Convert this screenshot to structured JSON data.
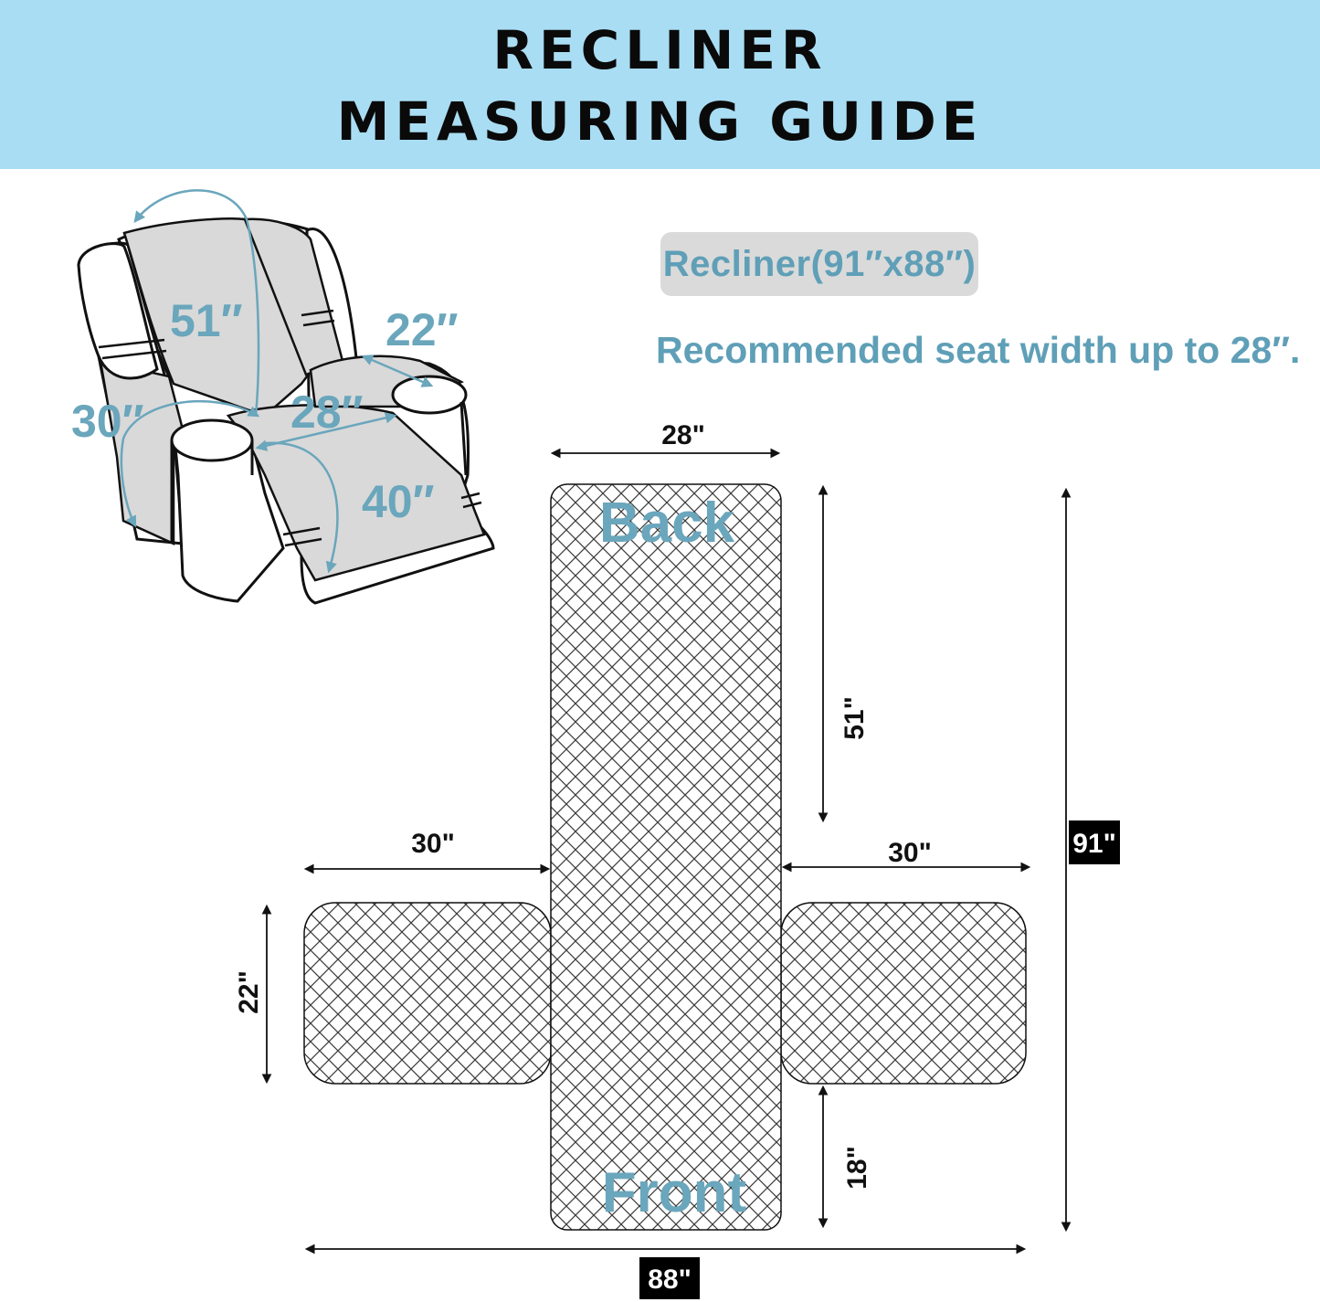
{
  "header": {
    "title_line1": "RECLINER",
    "title_line2": "MEASURING GUIDE",
    "background": "#a9ddf3"
  },
  "product": {
    "size_label": "Recliner(91″x88″)",
    "recommendation": "Recommended seat width up to 28″."
  },
  "chair_labels": {
    "back_length": "51″",
    "arm_width": "22″",
    "side_length": "30″",
    "seat_width": "28″",
    "seat_depth": "40″"
  },
  "layout_labels": {
    "top_width": "28\"",
    "back_height": "51\"",
    "left_wing": "30\"",
    "right_wing": "30\"",
    "wing_height": "22\"",
    "front_height": "18\"",
    "total_height": "91\"",
    "total_width": "88\"",
    "back_text": "Back",
    "front_text": "Front"
  },
  "colors": {
    "accent_text": "#5f9fb7",
    "chair_label": "#6aa6bc",
    "pill_bg": "#dadada",
    "cover_gray": "#d9d9d9"
  }
}
